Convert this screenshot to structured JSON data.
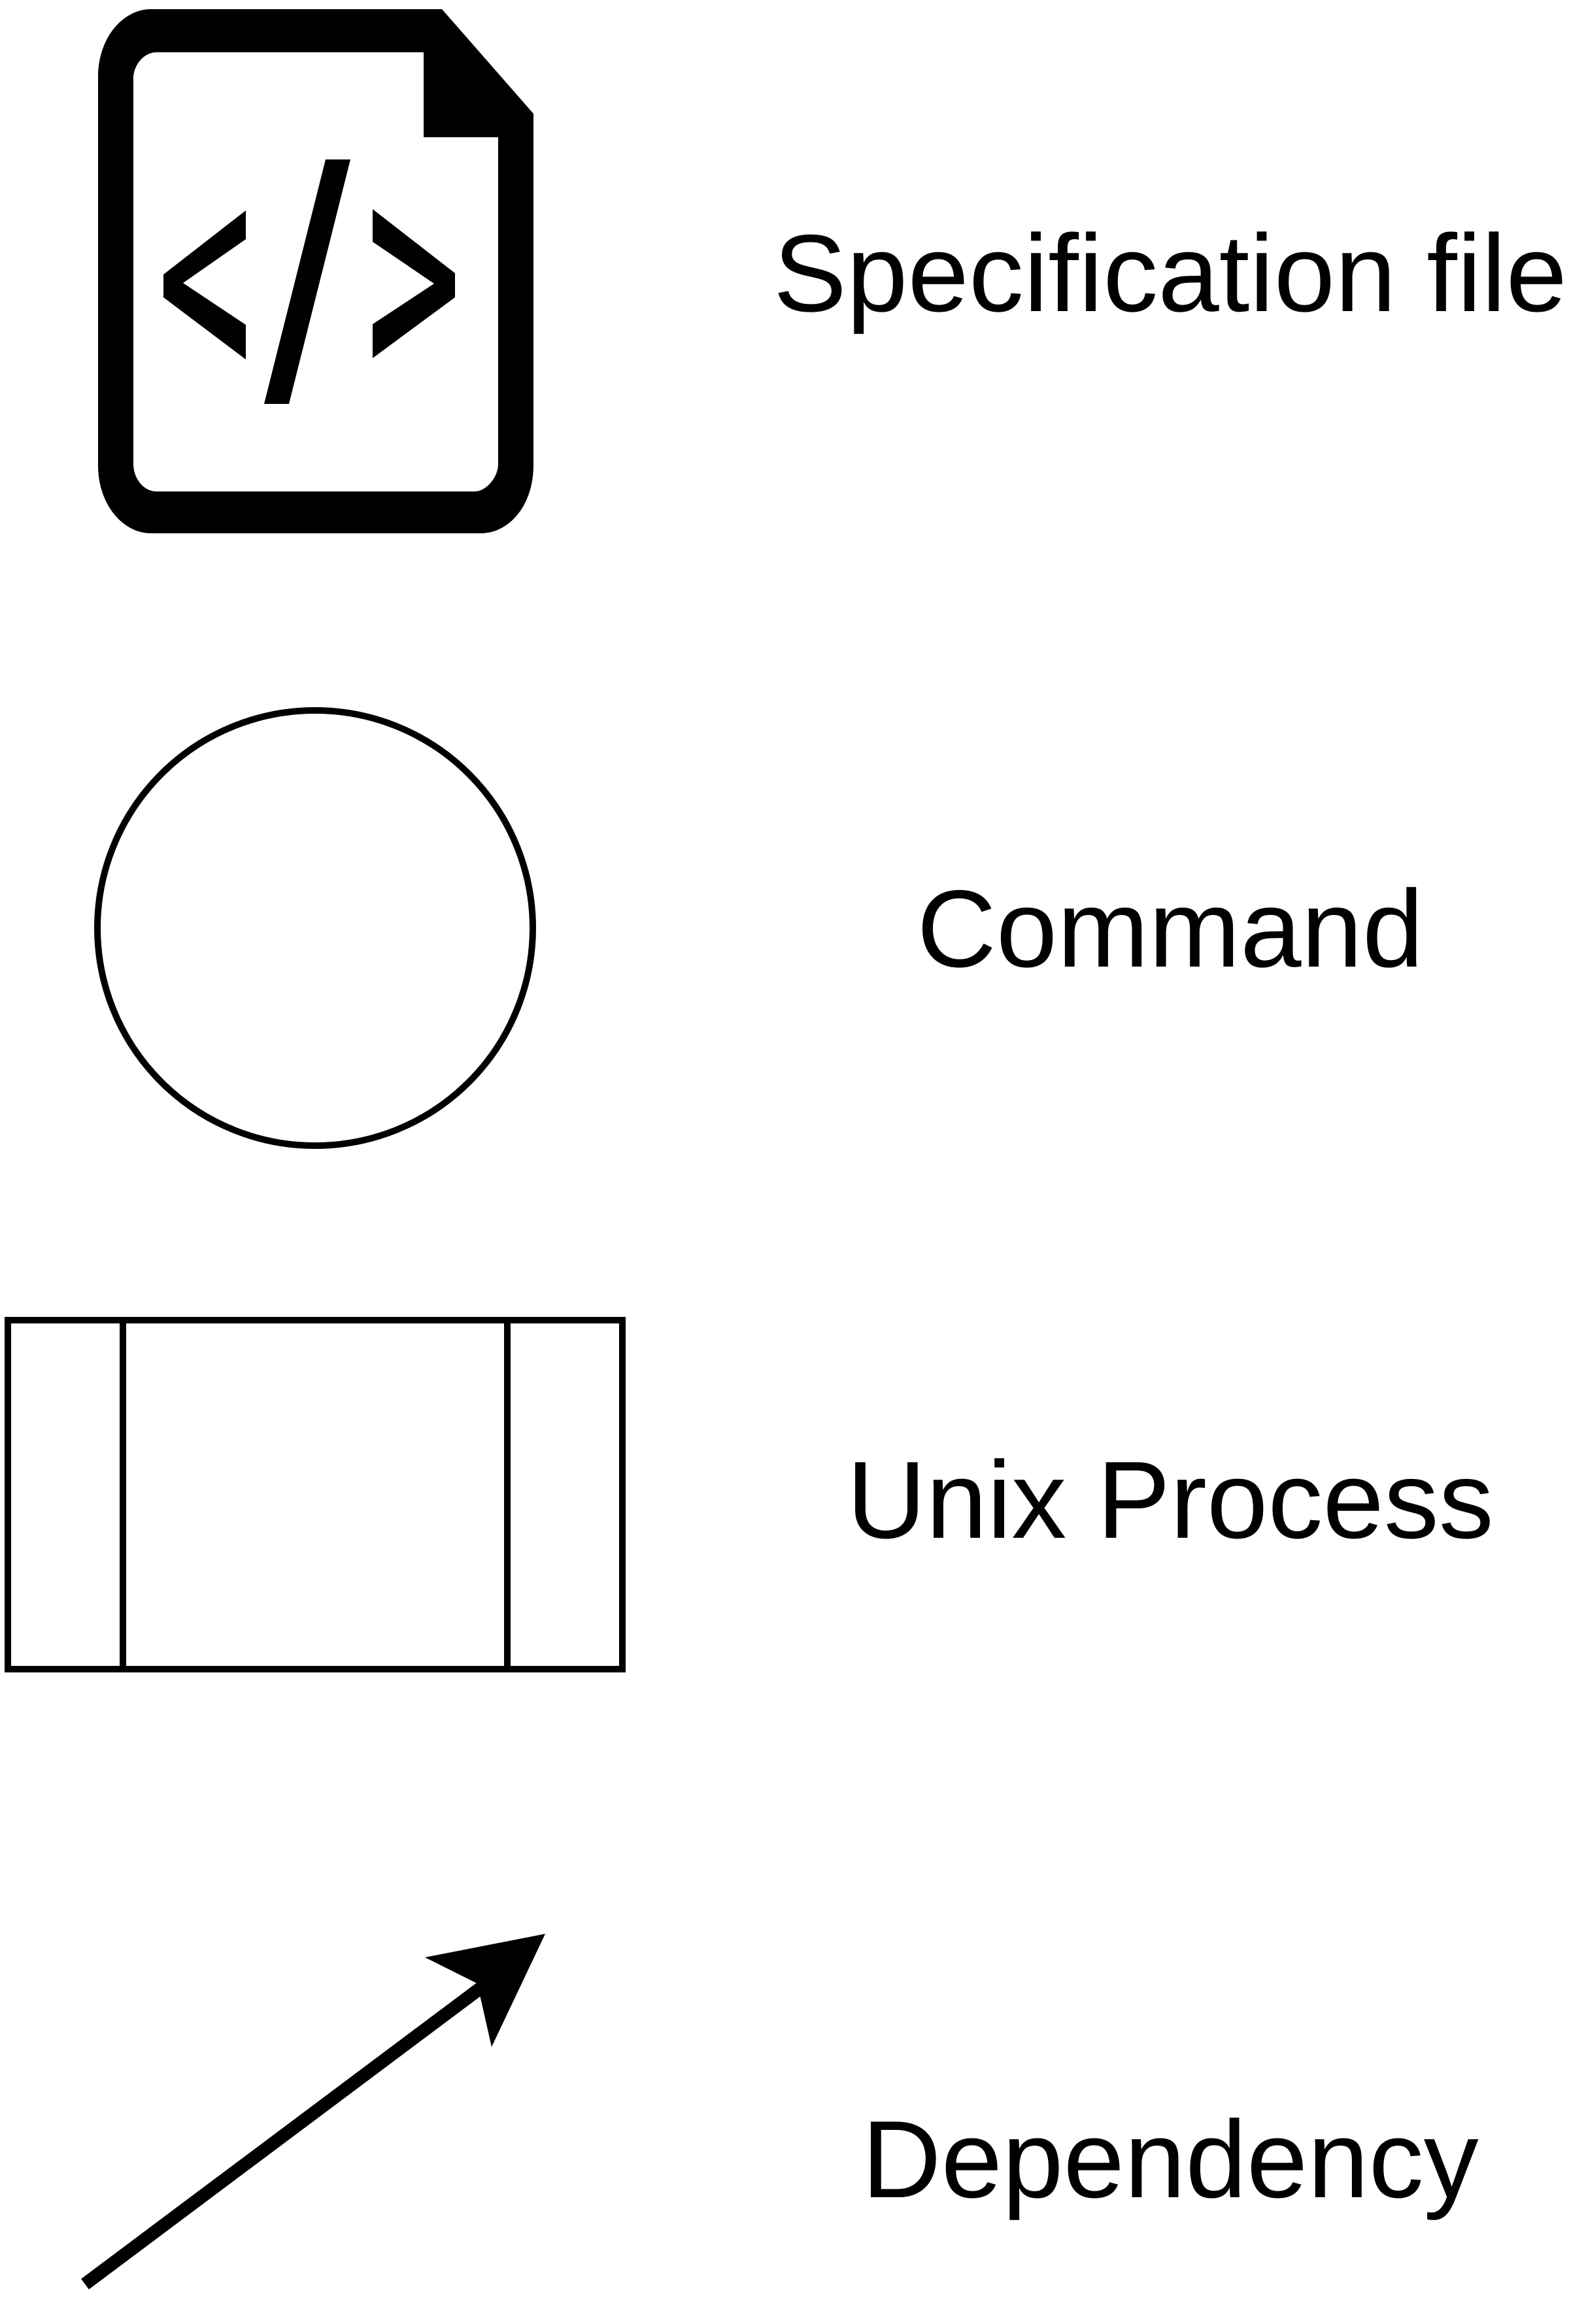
{
  "legend": {
    "items": [
      {
        "icon": "code-file-icon",
        "label": "Specification file"
      },
      {
        "icon": "circle-icon",
        "label": "Command"
      },
      {
        "icon": "process-box-icon",
        "label": "Unix Process"
      },
      {
        "icon": "arrow-icon",
        "label": "Dependency"
      }
    ]
  },
  "colors": {
    "stroke": "#000000",
    "background": "#ffffff"
  }
}
